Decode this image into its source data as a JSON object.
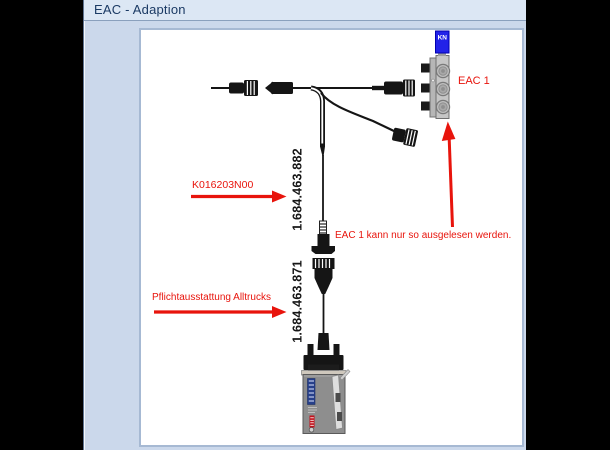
{
  "window": {
    "title": "EAC - Adaption"
  },
  "colors": {
    "annotation_red": "#e8140c",
    "kn_logo_blue": "#2222e8",
    "title_text": "#1b3a64",
    "app_background": "#cbd8eb",
    "panel_background": "#ffffff"
  },
  "diagram": {
    "labels": {
      "eac1": "EAC 1",
      "note": "EAC 1 kann nur so ausgelesen werden.",
      "adapter_code": "K016203N00",
      "pflicht": "Pflichtausstattung Alltrucks",
      "part_number_upper": "1.684.463.882",
      "part_number_lower": "1.684.463.871",
      "kn_logo": "KN"
    },
    "icons": {
      "arrow_code": "red-arrow-right",
      "arrow_pflicht": "red-arrow-right",
      "arrow_note": "red-arrow-up"
    }
  }
}
